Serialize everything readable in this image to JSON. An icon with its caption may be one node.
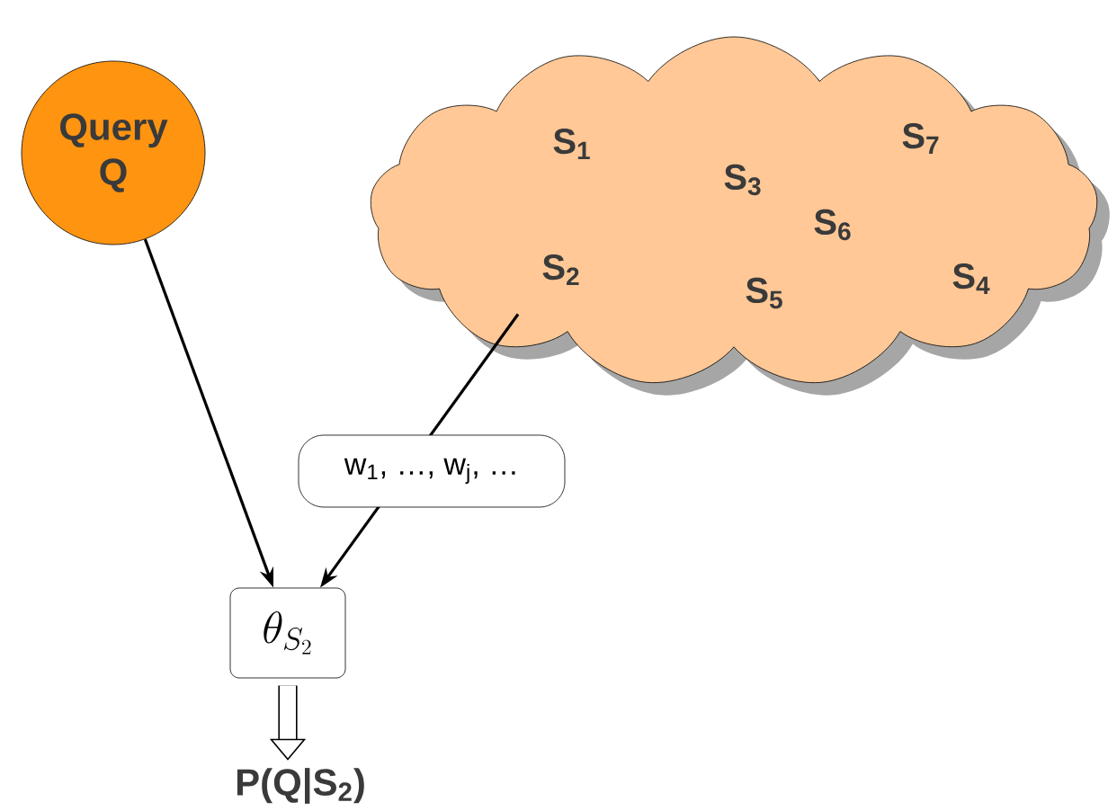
{
  "diagram": {
    "nodes": [
      {
        "text": [
          "Query Q"
        ]
      },
      {
        "text": [],
        "shape": "cloud"
      },
      {
        "text": [
          "S$_{1}$"
        ],
        "in": 1
      },
      {
        "text": [
          "S$_{2}$"
        ],
        "in": 1
      },
      {
        "text": [
          "S$_{3}$"
        ],
        "in": 1
      },
      {
        "text": [
          "S$_{4}$"
        ],
        "in": 1
      },
      {
        "text": [
          "S$_{5}$"
        ],
        "in": 1
      },
      {
        "text": [
          "S$_{6}$"
        ],
        "in": 1
      },
      {
        "text": [
          "S$_{7}$"
        ],
        "in": 1
      },
      {
        "text": [
          "\\theta_{S_2}"
        ]
      },
      {
        "text": [
          "P(Q|S$_{2}$)"
        ]
      }
    ],
    "edges": [
      {
        "from": 0,
        "to": 9,
        "arrow": "to"
      },
      {
        "from": 3,
        "to": 9,
        "arrow": "to",
        "label": "w$_{1}$, …, w$_{j}$, …"
      },
      {
        "from": 9,
        "to": 10,
        "arrow": "to",
        "style": "thick"
      }
    ]
  }
}
